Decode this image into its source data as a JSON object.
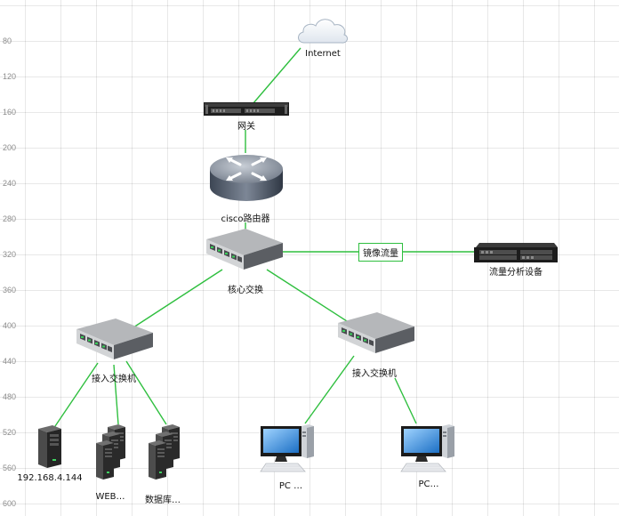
{
  "colors": {
    "link": "#2fbf3f",
    "grid": "#dcdcdc"
  },
  "ruler": [
    "80",
    "120",
    "160",
    "200",
    "240",
    "280",
    "320",
    "360",
    "400",
    "440",
    "480",
    "520",
    "560",
    "600"
  ],
  "nodes": {
    "internet": {
      "label": "Internet",
      "icon": "cloud-icon"
    },
    "gateway": {
      "label": "网关",
      "icon": "rack-server-icon"
    },
    "router": {
      "label": "cisco路由器",
      "icon": "router-icon"
    },
    "core_switch": {
      "label": "核心交换",
      "icon": "switch-icon"
    },
    "traffic_analyzer": {
      "label": "流量分析设备",
      "icon": "rack-server-icon"
    },
    "access_switch_left": {
      "label": "接入交换机",
      "icon": "switch-icon"
    },
    "access_switch_right": {
      "label": "接入交换机",
      "icon": "switch-icon"
    },
    "server_ip": {
      "label": "192.168.4.144",
      "icon": "tower-server-icon"
    },
    "web_servers": {
      "label": "WEB…",
      "icon": "server-cluster-icon"
    },
    "db_servers": {
      "label": "数据库…",
      "icon": "server-cluster-icon"
    },
    "pc_left": {
      "label": "PC …",
      "icon": "desktop-pc-icon"
    },
    "pc_right": {
      "label": "PC…",
      "icon": "desktop-pc-icon"
    }
  },
  "edges": {
    "mirror": {
      "label": "镜像流量"
    }
  }
}
